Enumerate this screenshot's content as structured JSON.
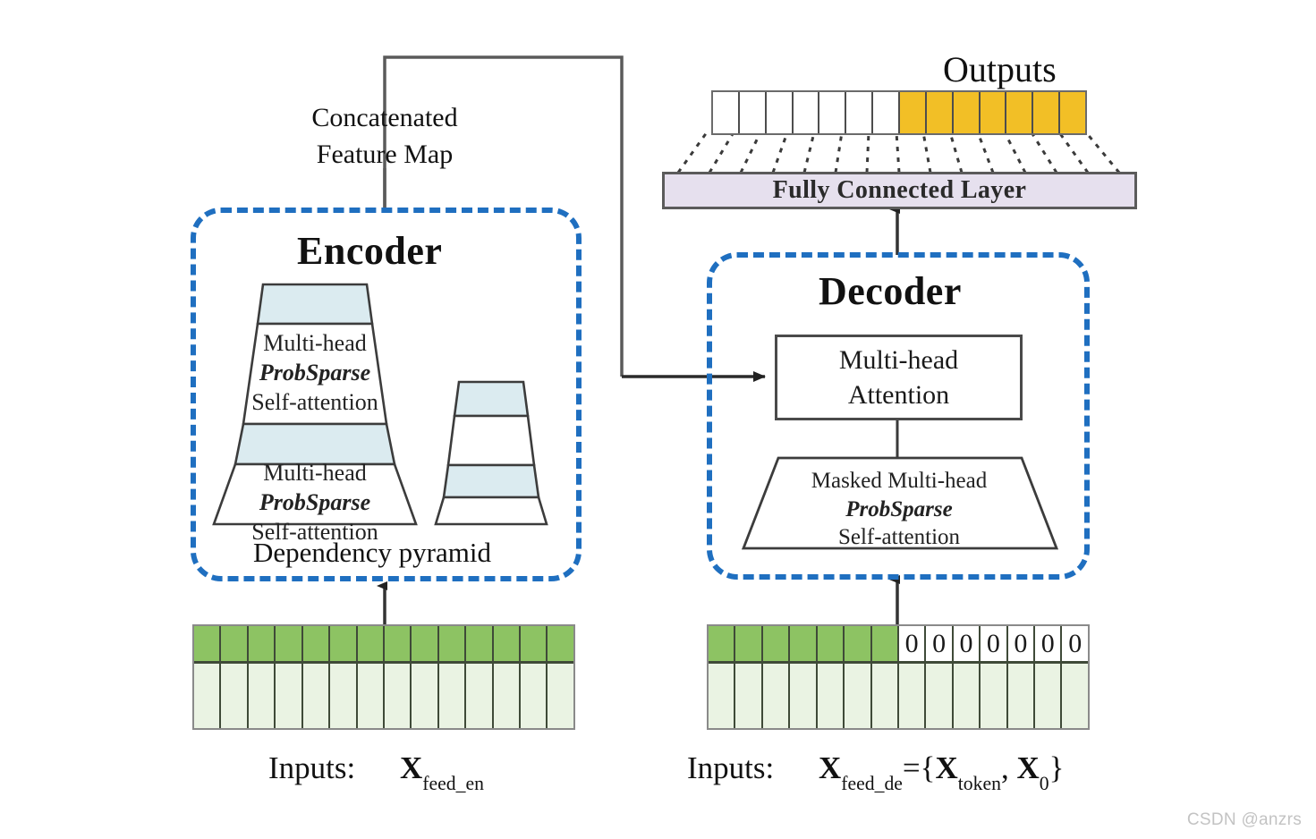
{
  "figure": {
    "watermark": "CSDN @anzrs"
  },
  "encoder": {
    "title": "Encoder",
    "caption": "Dependency pyramid",
    "concat_label_line1": "Concatenated",
    "concat_label_line2": "Feature Map",
    "pyramid_main": {
      "bands": [
        {
          "fill": "#dbebf0",
          "text": ""
        },
        {
          "fill": "#ffffff",
          "text_lines": [
            "Multi-head",
            "ProbSparse",
            "Self-attention"
          ],
          "italic_line": 1
        },
        {
          "fill": "#dbebf0",
          "text": ""
        },
        {
          "fill": "#ffffff",
          "text_lines": [
            "Multi-head",
            "ProbSparse",
            "Self-attention"
          ],
          "italic_line": 1
        }
      ]
    },
    "pyramid_small": {
      "bands": [
        {
          "fill": "#dbebf0"
        },
        {
          "fill": "#ffffff"
        },
        {
          "fill": "#dbebf0"
        },
        {
          "fill": "#ffffff"
        }
      ]
    },
    "inputs_label": "Inputs:",
    "inputs_math_base": "X",
    "inputs_math_sub": "feed_en",
    "input_cells": {
      "count": 14,
      "top_row": [
        "green",
        "green",
        "green",
        "green",
        "green",
        "green",
        "green",
        "green",
        "green",
        "green",
        "green",
        "green",
        "green",
        "green"
      ],
      "bottom_row_fill": "#eaf3e3"
    }
  },
  "decoder": {
    "title": "Decoder",
    "attention_box": {
      "line1": "Multi-head",
      "line2": "Attention"
    },
    "masked_block": {
      "line1": "Masked Multi-head",
      "line2": "ProbSparse",
      "line3": "Self-attention"
    },
    "inputs_label": "Inputs:",
    "inputs_math": "X_feed_de = { X_token, X_0 }",
    "input_cells": {
      "count": 14,
      "top_row": [
        "green",
        "green",
        "green",
        "green",
        "green",
        "green",
        "green",
        "0",
        "0",
        "0",
        "0",
        "0",
        "0",
        "0"
      ],
      "bottom_row_fill": "#eaf3e3"
    }
  },
  "outputs": {
    "title": "Outputs",
    "fc_layer_label": "Fully Connected Layer",
    "cells": {
      "count": 14,
      "classes": [
        "c-white",
        "c-white",
        "c-white",
        "c-white",
        "c-white",
        "c-white",
        "c-white",
        "c-gold",
        "c-gold",
        "c-gold",
        "c-gold",
        "c-gold",
        "c-gold",
        "c-gold"
      ]
    }
  },
  "colors": {
    "module_border": "#1f6fc0",
    "attention_fill": "#dbebf0",
    "gold": "#f2bf26",
    "green": "#8dc363",
    "pale_green": "#eaf3e3",
    "fc_fill": "#e6e0ee",
    "stroke": "#4a4a4a"
  }
}
